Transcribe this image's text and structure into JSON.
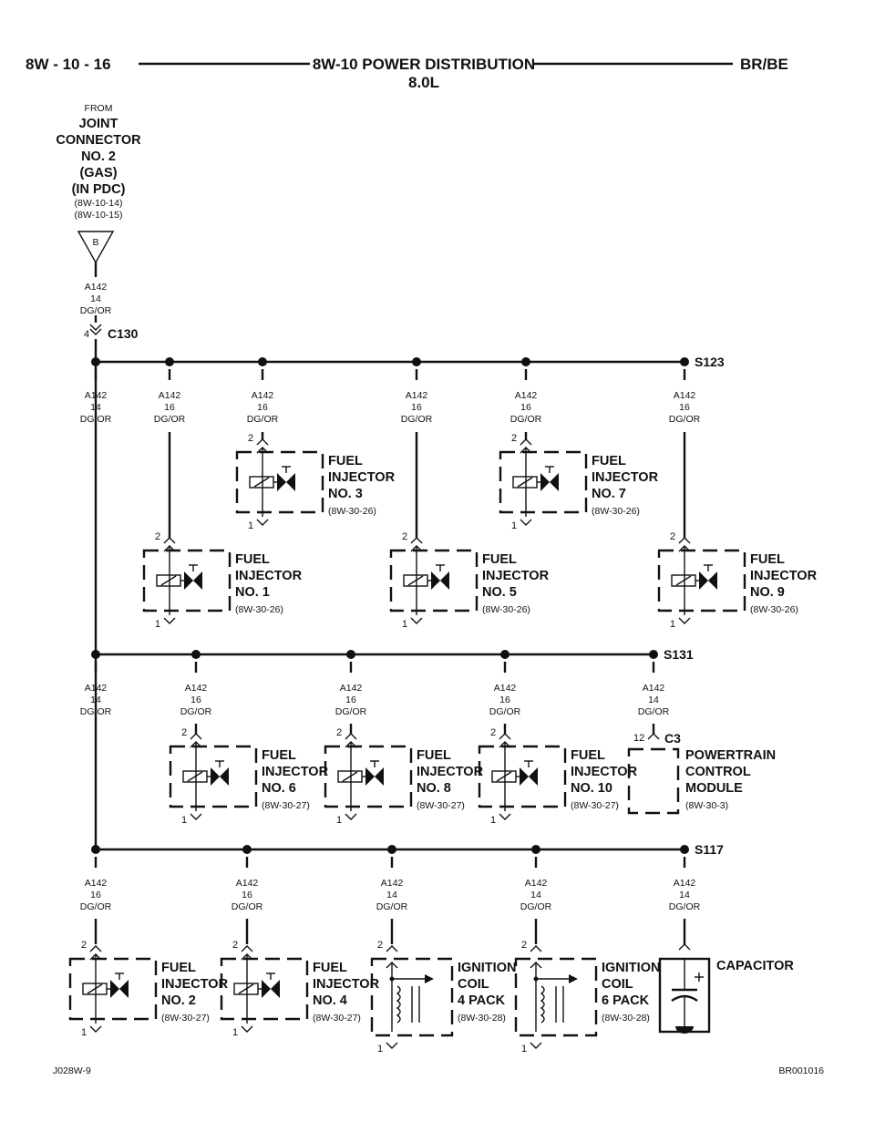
{
  "header": {
    "left": "8W - 10 - 16",
    "center": "8W-10 POWER DISTRIBUTION",
    "subtitle": "8.0L",
    "right": "BR/BE"
  },
  "footer": {
    "left": "J028W-9",
    "right": "BR001016"
  },
  "source": {
    "from": "FROM",
    "name": [
      "JOINT",
      "CONNECTOR",
      "NO. 2",
      "(GAS)",
      "(IN PDC)"
    ],
    "refs": [
      "(8W-10-14)",
      "(8W-10-15)"
    ],
    "terminal": "B",
    "wire": [
      "A142",
      "14",
      "DG/OR"
    ],
    "pin": "4",
    "connector": "C130"
  },
  "splices": {
    "s123": "S123",
    "s131": "S131",
    "s117": "S117"
  },
  "wires": {
    "r1": [
      [
        "A142",
        "14",
        "DG/OR"
      ],
      [
        "A142",
        "16",
        "DG/OR"
      ],
      [
        "A142",
        "16",
        "DG/OR"
      ],
      [
        "A142",
        "16",
        "DG/OR"
      ],
      [
        "A142",
        "16",
        "DG/OR"
      ],
      [
        "A142",
        "16",
        "DG/OR"
      ]
    ],
    "r2": [
      [
        "A142",
        "14",
        "DG/OR"
      ],
      [
        "A142",
        "16",
        "DG/OR"
      ],
      [
        "A142",
        "16",
        "DG/OR"
      ],
      [
        "A142",
        "16",
        "DG/OR"
      ],
      [
        "A142",
        "14",
        "DG/OR"
      ]
    ],
    "r3": [
      [
        "A142",
        "16",
        "DG/OR"
      ],
      [
        "A142",
        "16",
        "DG/OR"
      ],
      [
        "A142",
        "14",
        "DG/OR"
      ],
      [
        "A142",
        "14",
        "DG/OR"
      ],
      [
        "A142",
        "14",
        "DG/OR"
      ]
    ]
  },
  "pins": {
    "two": "2",
    "one": "1",
    "pcm": "12"
  },
  "components": {
    "inj3": {
      "name": [
        "FUEL",
        "INJECTOR",
        "NO. 3"
      ],
      "ref": "(8W-30-26)"
    },
    "inj7": {
      "name": [
        "FUEL",
        "INJECTOR",
        "NO. 7"
      ],
      "ref": "(8W-30-26)"
    },
    "inj1": {
      "name": [
        "FUEL",
        "INJECTOR",
        "NO. 1"
      ],
      "ref": "(8W-30-26)"
    },
    "inj5": {
      "name": [
        "FUEL",
        "INJECTOR",
        "NO. 5"
      ],
      "ref": "(8W-30-26)"
    },
    "inj9": {
      "name": [
        "FUEL",
        "INJECTOR",
        "NO. 9"
      ],
      "ref": "(8W-30-26)"
    },
    "inj6": {
      "name": [
        "FUEL",
        "INJECTOR",
        "NO. 6"
      ],
      "ref": "(8W-30-27)"
    },
    "inj8": {
      "name": [
        "FUEL",
        "INJECTOR",
        "NO. 8"
      ],
      "ref": "(8W-30-27)"
    },
    "inj10": {
      "name": [
        "FUEL",
        "INJECTOR",
        "NO. 10"
      ],
      "ref": "(8W-30-27)"
    },
    "pcm": {
      "name": [
        "POWERTRAIN",
        "CONTROL",
        "MODULE"
      ],
      "ref": "(8W-30-3)",
      "connector": "C3"
    },
    "inj2": {
      "name": [
        "FUEL",
        "INJECTOR",
        "NO. 2"
      ],
      "ref": "(8W-30-27)"
    },
    "inj4": {
      "name": [
        "FUEL",
        "INJECTOR",
        "NO. 4"
      ],
      "ref": "(8W-30-27)"
    },
    "coil4": {
      "name": [
        "IGNITION",
        "COIL",
        "4 PACK"
      ],
      "ref": "(8W-30-28)"
    },
    "coil6": {
      "name": [
        "IGNITION",
        "COIL",
        "6 PACK"
      ],
      "ref": "(8W-30-28)"
    },
    "capacitor": {
      "name": "CAPACITOR"
    }
  }
}
